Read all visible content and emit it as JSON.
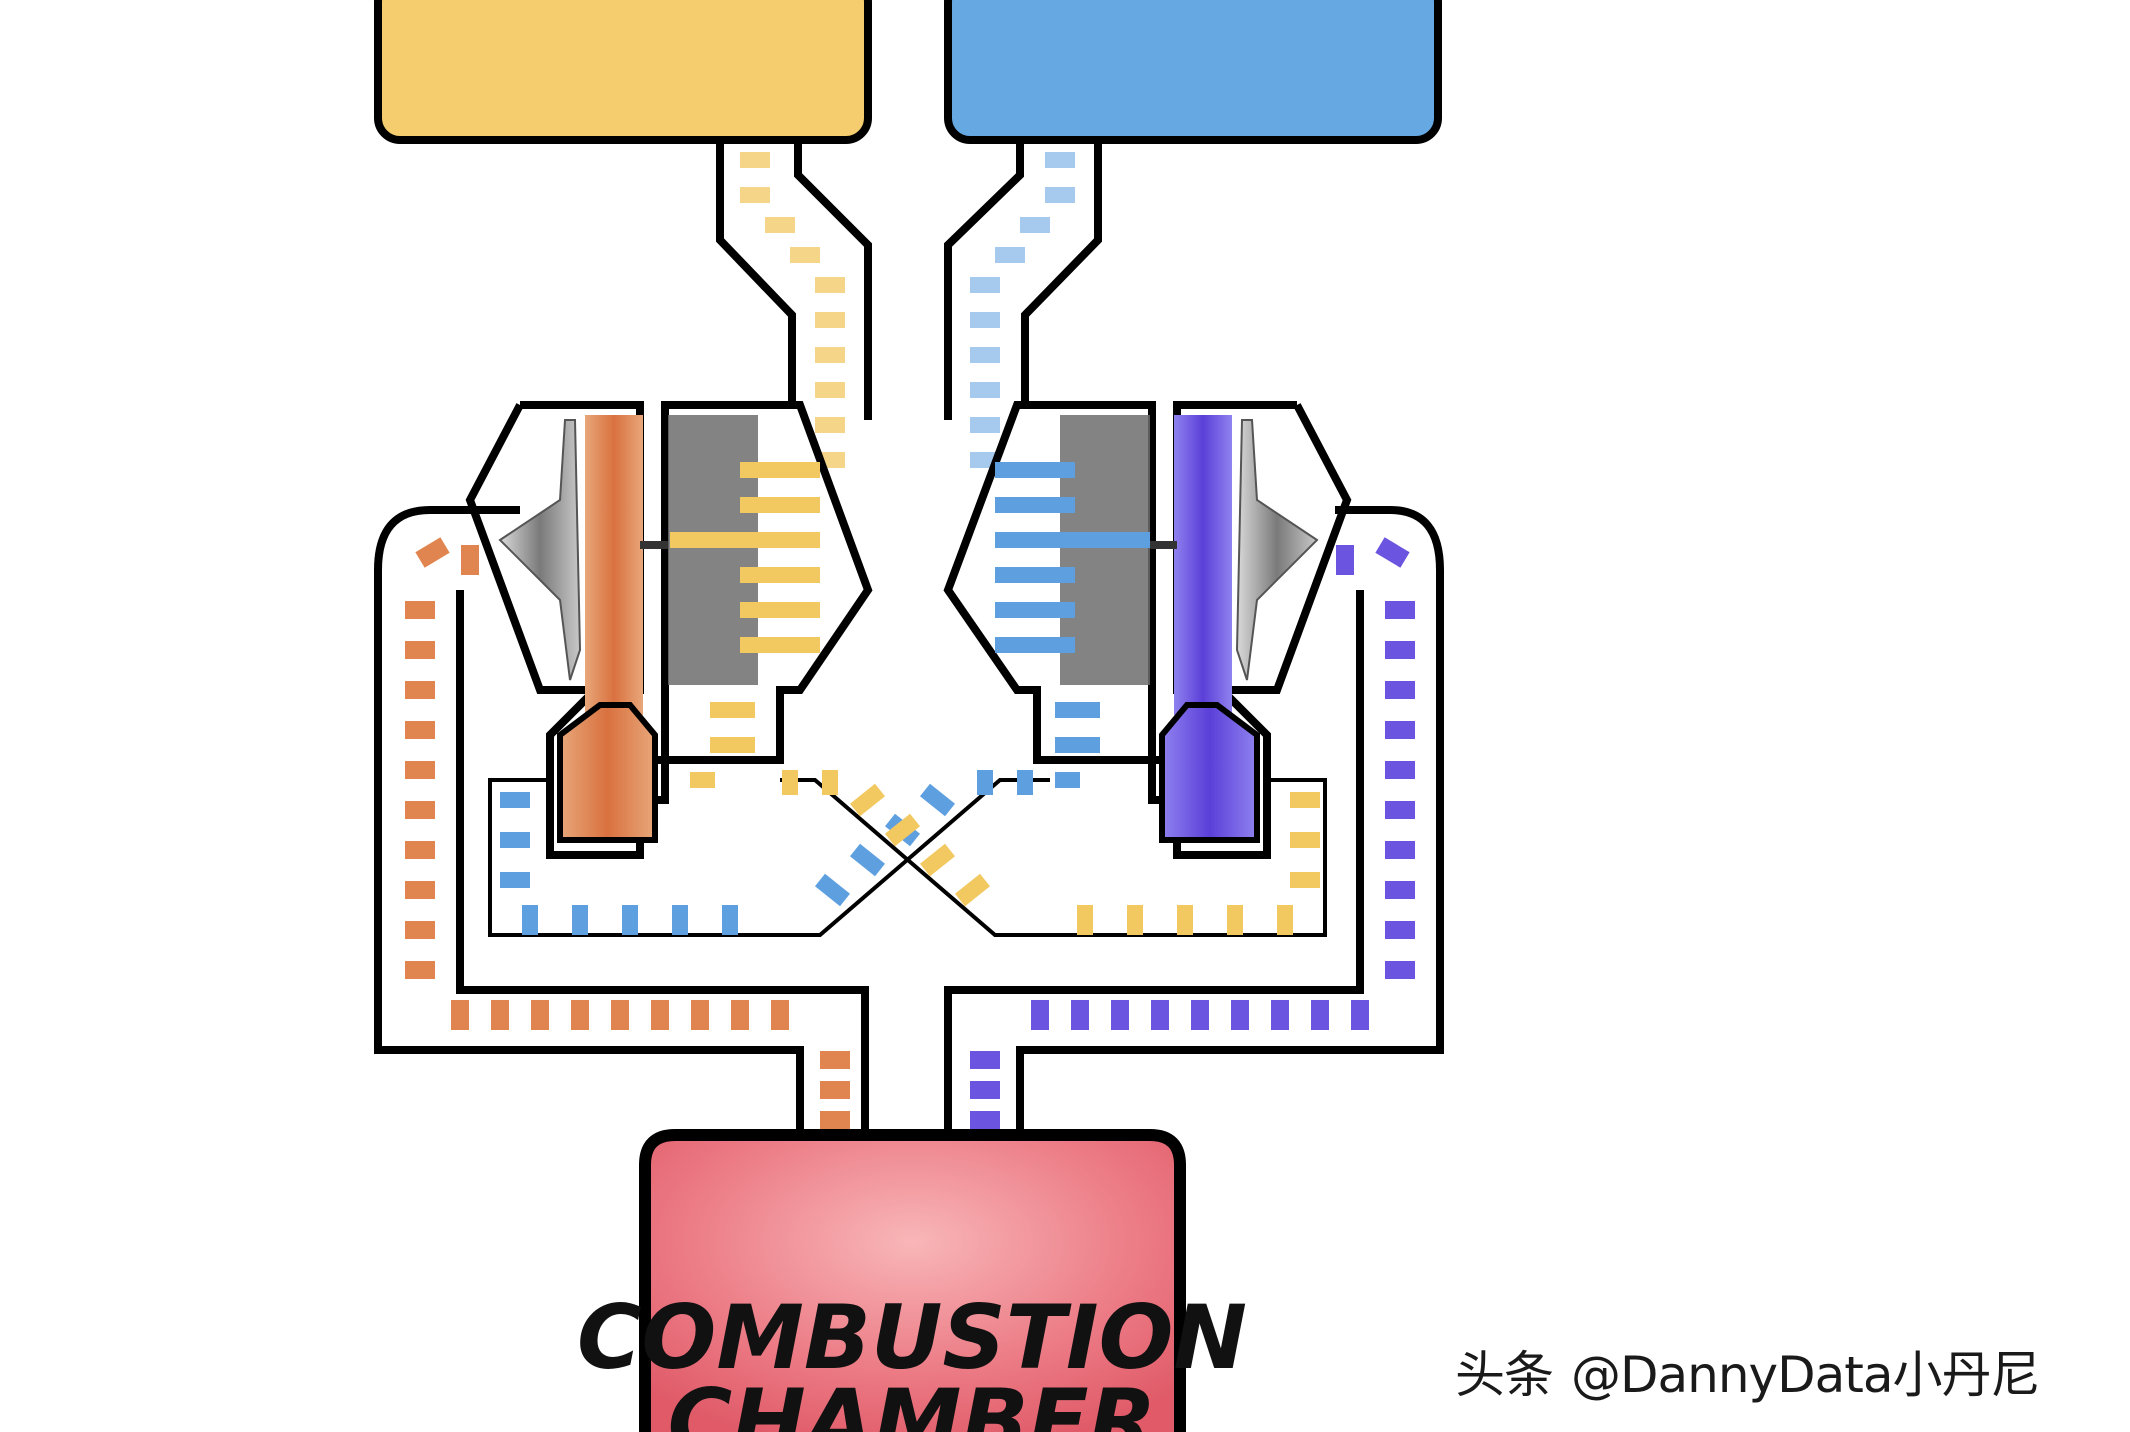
{
  "diagram": {
    "chamber_label_line1": "COMBUSTION",
    "chamber_label_line2": "CHAMBER"
  },
  "watermark": {
    "platform": "头条",
    "handle": "@DannyData小丹尼"
  },
  "colors": {
    "fuel_tank": "#f5cd6e",
    "oxidizer_tank": "#66a9e2",
    "fuel_flow": "#f2c860",
    "oxidizer_flow": "#5e9fe0",
    "hot_gas_left": "#e0854f",
    "hot_gas_right": "#6b54e0",
    "chamber": "#e8707c",
    "outline": "#000000"
  }
}
